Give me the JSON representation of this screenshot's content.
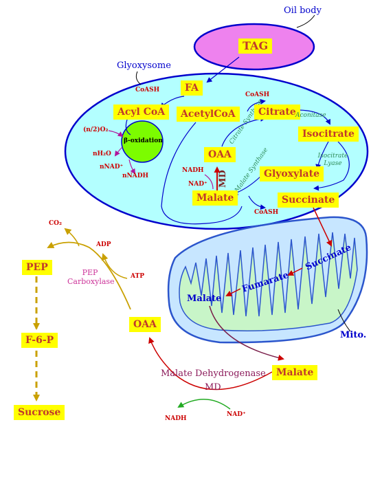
{
  "labels": {
    "oil_body": "Oil body",
    "glyoxysome": "Glyoxysome",
    "mito": "Mito.",
    "beta_oxidation": "β-oxidation",
    "coash_1": "CoASH",
    "coash_2": "CoASH",
    "coash_3": "CoASH",
    "o2": "(n/2)O₂",
    "h2o": "nH₂O",
    "nad_1": "nNAD⁺",
    "nadh_1": "nNADH",
    "aconitase": "Aconitase",
    "citrate_synthase": "Citrate Synthase",
    "isocitrate_lyase": "Isocitrate Lyase",
    "malate_synthase": "Malate Synthase",
    "md_1": "MD",
    "nadh_2": "NADH",
    "nad_2": "NAD⁺",
    "co2": "CO₂",
    "adp": "ADP",
    "atp": "ATP",
    "pep_carboxylase": "PEP Carboxylase",
    "malate_dh": "Malate Dehydrogenase",
    "md_2": "MD",
    "nadh_3": "NADH",
    "nad_3": "NAD⁺",
    "mito_succinate": "Succinate",
    "mito_fumarate": "Fumarate",
    "mito_malate": "Malate"
  },
  "boxes": {
    "tag": "TAG",
    "fa": "FA",
    "acyl_coa": "Acyl CoA",
    "acetyl_coa": "AcetylCoA",
    "citrate": "Citrate",
    "isocitrate": "Isocitrate",
    "oaa_1": "OAA",
    "glyoxylate": "Glyoxylate",
    "malate_1": "Malate",
    "succinate": "Succinate",
    "pep": "PEP",
    "f6p": "F-6-P",
    "sucrose": "Sucrose",
    "oaa_2": "OAA",
    "malate_2": "Malate"
  },
  "colors": {
    "box_fill": "#ffff00",
    "box_text": "#c0392b",
    "membrane_blue": "#0000cc",
    "glyoxysome_fill": "#b3ffff",
    "oil_body_fill": "#ee82ee",
    "mito_fill": "#c7e6ff",
    "cristae_fill": "#c8f5c8",
    "beta_ox_fill": "#7cfc00",
    "pathway_gold": "#c9a000",
    "arrow_red": "#cc0000",
    "green_text": "#2e8b57"
  }
}
